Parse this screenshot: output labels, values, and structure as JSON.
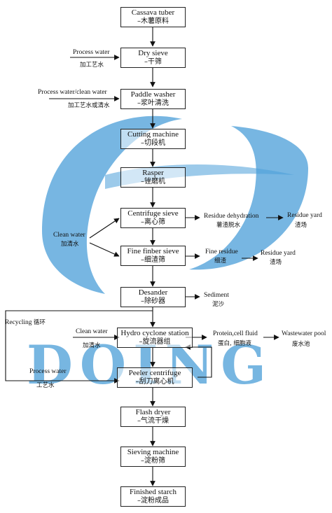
{
  "watermark": {
    "text": "DOING",
    "color": "#4a9ed8"
  },
  "steps": [
    {
      "en": "Cassava tuber",
      "zh": "–木薯原料"
    },
    {
      "en": "Dry sieve",
      "zh": "–干筛"
    },
    {
      "en": "Paddle washer",
      "zh": "–浆叶清洗"
    },
    {
      "en": "Cutting machine",
      "zh": "–切段机"
    },
    {
      "en": "Rasper",
      "zh": "–锉磨机"
    },
    {
      "en": "Centrifuge sieve",
      "zh": "–离心筛"
    },
    {
      "en": "Fine finber sieve",
      "zh": "–细渣筛"
    },
    {
      "en": "Desander",
      "zh": "–除砂器"
    },
    {
      "en": "Hydro cyclone station",
      "zh": "–旋流器组"
    },
    {
      "en": "Peeler centrifuge",
      "zh": "–刮刀离心机"
    },
    {
      "en": "Flash dryer",
      "zh": "–气流干燥"
    },
    {
      "en": "Sieving machine",
      "zh": "–淀粉筛"
    },
    {
      "en": "Finished starch",
      "zh": "–淀粉成品"
    }
  ],
  "labels": {
    "process_water": "Process water",
    "process_water_zh": "加工艺水",
    "process_clean_water": "Process water/clean water",
    "process_clean_water_zh": "加工艺水或清水",
    "clean_water_left": "Clean water",
    "clean_water_left_zh": "加清水",
    "residue_dehydration": "Residue dehydration",
    "residue_dehydration_zh": "薯渣脱水",
    "residue_yard_1": "Residue yard",
    "residue_yard_1_zh": "渣场",
    "fine_residue": "Fine residue",
    "fine_residue_zh": "细渣",
    "residue_yard_2": "Residue yard",
    "residue_yard_2_zh": "渣场",
    "sediment": "Sediment",
    "sediment_zh": "泥沙",
    "recycling": "Recycling",
    "recycling_zh": "循环",
    "clean_water_hydro": "Clean water",
    "clean_water_hydro_zh": "加清水",
    "protein": "Protein,cell fluid",
    "protein_zh": "蛋白, 细胞液",
    "wastewater": "Wastewater pool",
    "wastewater_zh": "废水池",
    "process_water_2": "Process water",
    "process_water_2_zh": "工艺水"
  }
}
